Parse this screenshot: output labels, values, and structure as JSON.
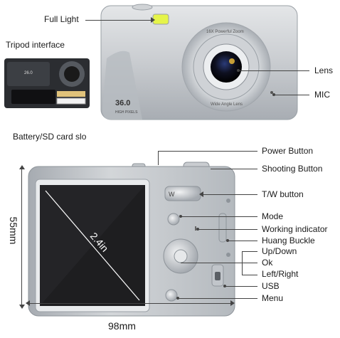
{
  "colors": {
    "body": "#c9ccd0",
    "body_dark": "#9da2a8",
    "lens_ring": "#e6e8ea",
    "screen": "#1e1e20",
    "flash": "#e5f44a",
    "line": "#444444"
  },
  "top_camera": {
    "print_model": "36.0",
    "print_sub": "HIGH PIXELS",
    "ring_top": "16X Powerful Zoom",
    "ring_bottom": "Wide Angle Lens"
  },
  "top_labels": {
    "full_light": "Full Light",
    "tripod": "Tripod interface",
    "lens": "Lens",
    "mic": "MIC",
    "battery": "Battery/SD card slo"
  },
  "back_camera": {
    "screen_size": "2.4in",
    "tw_key": "W"
  },
  "back_labels": [
    "Power Button",
    "Shooting Button",
    "T/W button",
    "Mode",
    "Working indicator",
    "Huang Buckle",
    "Up/Down",
    "Ok",
    "Left/Right",
    "USB",
    "Menu"
  ],
  "dimensions": {
    "height": "55mm",
    "width": "98mm"
  }
}
